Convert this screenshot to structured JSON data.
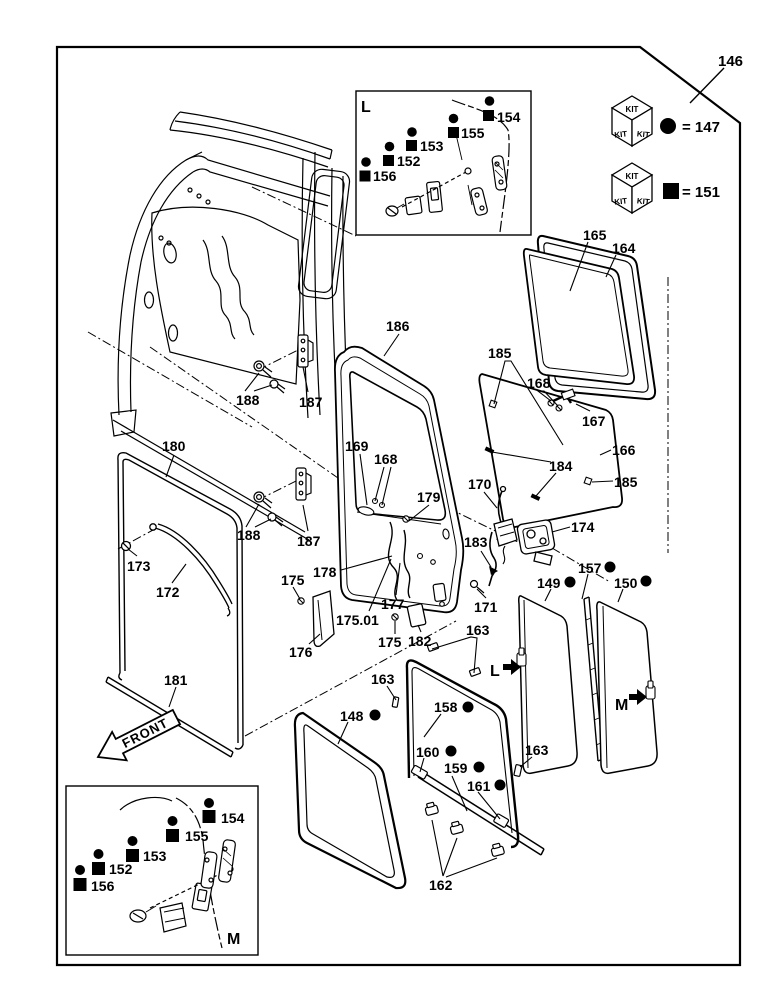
{
  "figure": {
    "corner_number": "146",
    "front_label": "FRONT"
  },
  "legend": {
    "kit_word": "KIT",
    "dot_equals": "= 147",
    "square_equals": "= 151"
  },
  "inset_l": {
    "label": "L",
    "parts": {
      "p156": "156",
      "p152": "152",
      "p153": "153",
      "p155": "155",
      "p154": "154"
    }
  },
  "inset_m": {
    "label": "M",
    "parts": {
      "p156": "156",
      "p152": "152",
      "p153": "153",
      "p155": "155",
      "p154": "154"
    }
  },
  "latches": {
    "l": "L",
    "m": "M"
  },
  "callouts": {
    "c186": "186",
    "c165": "165",
    "c164": "164",
    "c185a": "185",
    "c168a": "168",
    "c167": "167",
    "c188a": "188",
    "c187a": "187",
    "c180": "180",
    "c169": "169",
    "c168b": "168",
    "c179": "179",
    "c184": "184",
    "c166": "166",
    "c185b": "185",
    "c170": "170",
    "c173": "173",
    "c172": "172",
    "c188b": "188",
    "c187b": "187",
    "c178": "178",
    "c183": "183",
    "c174": "174",
    "c171": "171",
    "c175a": "175",
    "c176": "176",
    "c175_01": "175.01",
    "c177": "177",
    "c175b": "175",
    "c182": "182",
    "c163a": "163",
    "c149": "149",
    "c157": "157",
    "c150": "150",
    "c163b": "163",
    "c158": "158",
    "c148": "148",
    "c160": "160",
    "c159": "159",
    "c161": "161",
    "c163c": "163",
    "c162": "162",
    "c181": "181"
  }
}
